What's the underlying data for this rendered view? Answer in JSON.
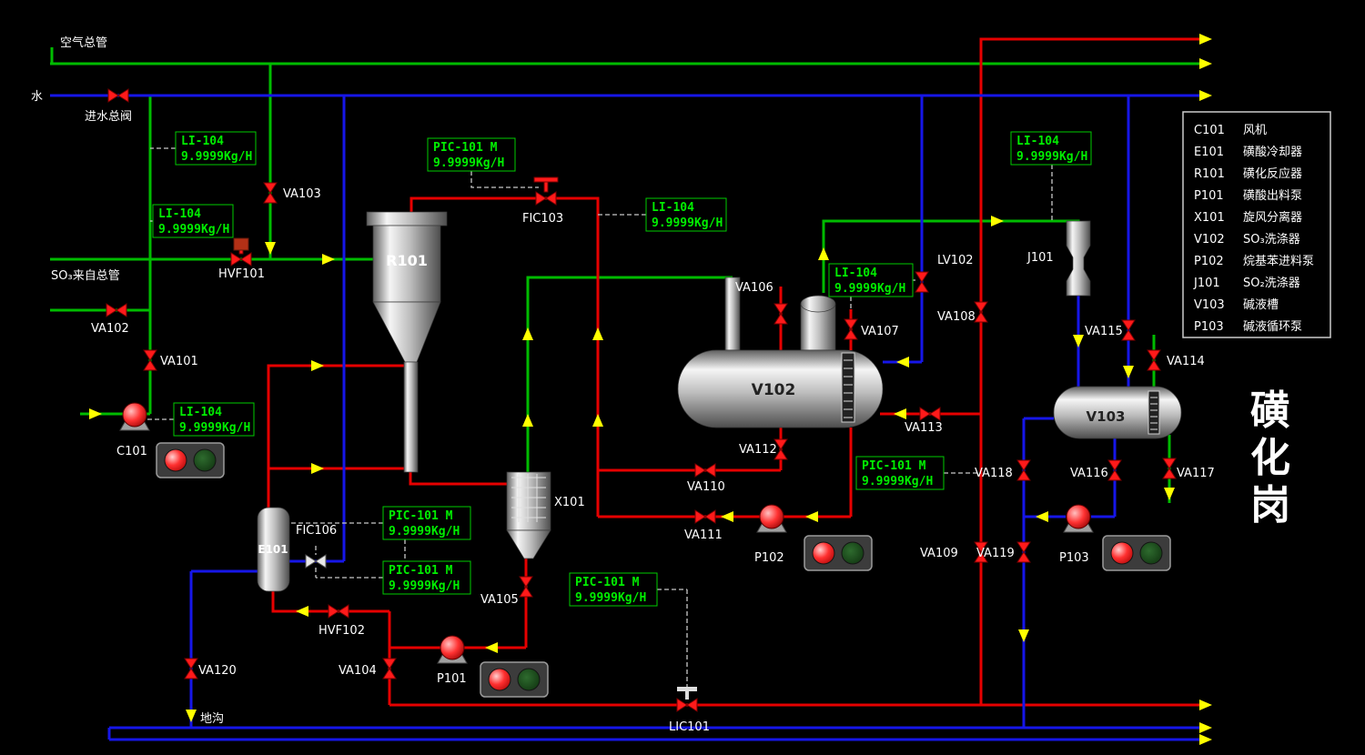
{
  "station": {
    "chars": [
      "磺",
      "化",
      "岗"
    ]
  },
  "labels": {
    "air_main": "空气总管",
    "water": "水",
    "so3_source": "SO₃来自总管",
    "trench": "地沟"
  },
  "equipment": {
    "c101": "C101",
    "e101": "E101",
    "r101": "R101",
    "p101": "P101",
    "x101": "X101",
    "v102": "V102",
    "p102": "P102",
    "j101": "J101",
    "v103": "V103",
    "p103": "P103"
  },
  "valves": {
    "inlet_main": "进水总阀",
    "va101": "VA101",
    "va102": "VA102",
    "va103": "VA103",
    "va104": "VA104",
    "va105": "VA105",
    "va106": "VA106",
    "va107": "VA107",
    "va108": "VA108",
    "va109": "VA109",
    "va110": "VA110",
    "va111": "VA111",
    "va112": "VA112",
    "va113": "VA113",
    "va114": "VA114",
    "va115": "VA115",
    "va116": "VA116",
    "va117": "VA117",
    "va118": "VA118",
    "va119": "VA119",
    "va120": "VA120",
    "hvf101": "HVF101",
    "hvf102": "HVF102",
    "fic103": "FIC103",
    "fic106": "FIC106",
    "lv102": "LV102",
    "lic101": "LIC101"
  },
  "instruments": {
    "li104_air_top": {
      "tag": "LI-104",
      "value": "9.9999Kg/H"
    },
    "li104_air_mid": {
      "tag": "LI-104",
      "value": "9.9999Kg/H"
    },
    "pic101_feed": {
      "tag": "PIC-101 M",
      "value": "9.9999Kg/H"
    },
    "li104_feed": {
      "tag": "LI-104",
      "value": "9.9999Kg/H"
    },
    "li104_v102": {
      "tag": "LI-104",
      "value": "9.9999Kg/H"
    },
    "li104_j101": {
      "tag": "LI-104",
      "value": "9.9999Kg/H"
    },
    "li104_c101": {
      "tag": "LI-104",
      "value": "9.9999Kg/H"
    },
    "pic101_e101_upper": {
      "tag": "PIC-101 M",
      "value": "9.9999Kg/H"
    },
    "pic101_e101_lower": {
      "tag": "PIC-101 M",
      "value": "9.9999Kg/H"
    },
    "pic101_p101": {
      "tag": "PIC-101 M",
      "value": "9.9999Kg/H"
    },
    "pic101_v102": {
      "tag": "PIC-101 M",
      "value": "9.9999Kg/H"
    }
  },
  "legend": {
    "rows": [
      {
        "code": "C101",
        "name": "风机"
      },
      {
        "code": "E101",
        "name": "磺酸冷却器"
      },
      {
        "code": "R101",
        "name": "磺化反应器"
      },
      {
        "code": "P101",
        "name": "磺酸出料泵"
      },
      {
        "code": "X101",
        "name": "旋风分离器"
      },
      {
        "code": "V102",
        "name": "SO₃洗涤器"
      },
      {
        "code": "P102",
        "name": "烷基苯进料泵"
      },
      {
        "code": "J101",
        "name": "SO₂洗涤器"
      },
      {
        "code": "V103",
        "name": "碱液槽"
      },
      {
        "code": "P103",
        "name": "碱液循环泵"
      }
    ]
  },
  "colors": {
    "pipe_air": "#00bb00",
    "pipe_process": "#e60000",
    "pipe_water": "#1616e8",
    "arrow": "#ffff00",
    "instrument_green": "#00ee00",
    "valve_red": "#ff1a1a"
  }
}
